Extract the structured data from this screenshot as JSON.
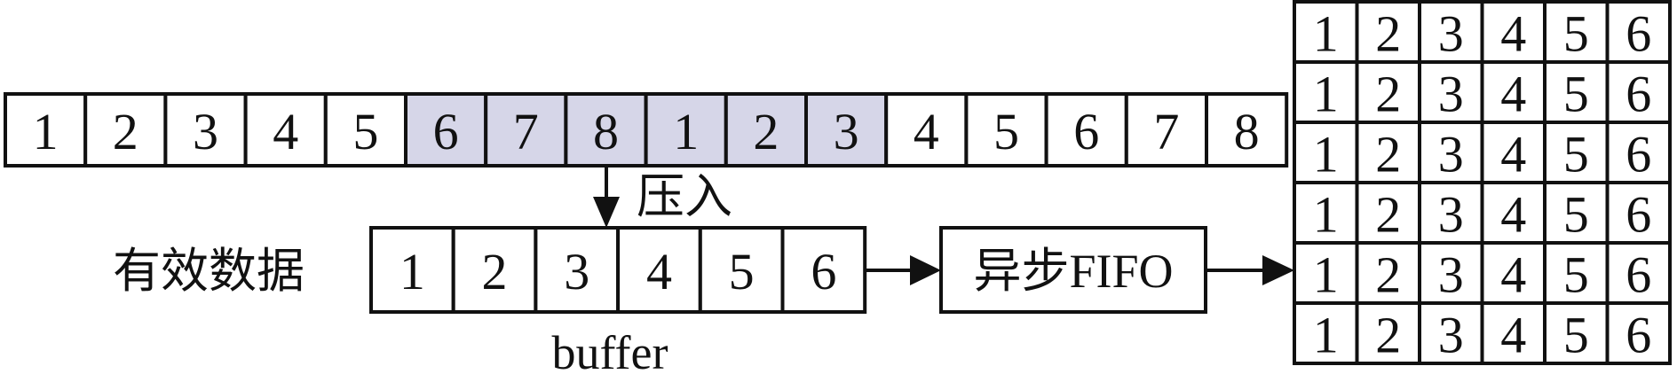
{
  "stream": {
    "values": [
      "1",
      "2",
      "3",
      "4",
      "5",
      "6",
      "7",
      "8",
      "1",
      "2",
      "3",
      "4",
      "5",
      "6",
      "7",
      "8"
    ],
    "highlighted": [
      5,
      6,
      7,
      8,
      9,
      10
    ],
    "highlight_color": "#d6d6e8"
  },
  "push_label": "压入",
  "valid_data_label": "有效数据",
  "buffer": {
    "values": [
      "1",
      "2",
      "3",
      "4",
      "5",
      "6"
    ],
    "label": "buffer"
  },
  "fifo_label": "异步FIFO",
  "output_matrix": {
    "rows": [
      [
        "1",
        "2",
        "3",
        "4",
        "5",
        "6"
      ],
      [
        "1",
        "2",
        "3",
        "4",
        "5",
        "6"
      ],
      [
        "1",
        "2",
        "3",
        "4",
        "5",
        "6"
      ],
      [
        "1",
        "2",
        "3",
        "4",
        "5",
        "6"
      ],
      [
        "1",
        "2",
        "3",
        "4",
        "5",
        "6"
      ],
      [
        "1",
        "2",
        "3",
        "4",
        "5",
        "6"
      ]
    ]
  }
}
